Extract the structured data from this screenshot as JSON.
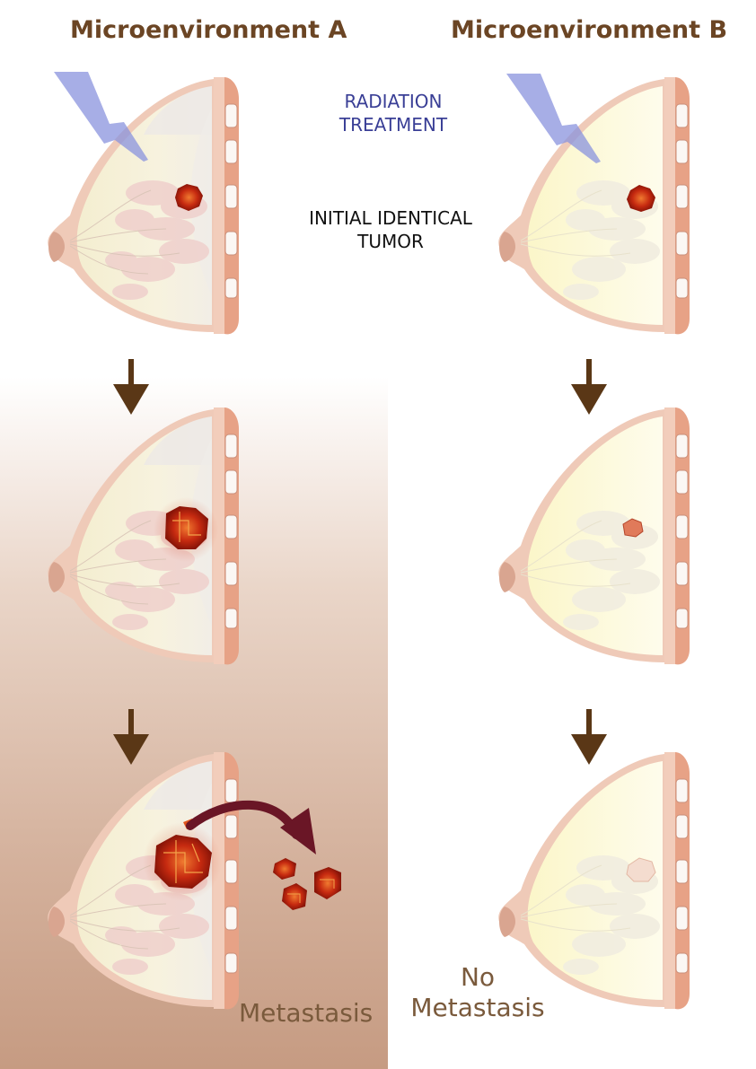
{
  "headers": {
    "column_a": "Microenvironment A",
    "column_b": "Microenvironment B"
  },
  "labels": {
    "radiation_line1": "RADIATION",
    "radiation_line2": "TREATMENT",
    "initial_line1": "INITIAL IDENTICAL",
    "initial_line2": "TUMOR"
  },
  "outcomes": {
    "a": "Metastasis",
    "b_line1": "No",
    "b_line2": "Metastasis"
  },
  "colors": {
    "header_text": "#6b4524",
    "radiation_text": "#3a3f96",
    "arrow": "#5a3716",
    "tumor": "#c62a10",
    "metastasis_arrow": "#6a1626",
    "lightning": "#8a93dd"
  }
}
